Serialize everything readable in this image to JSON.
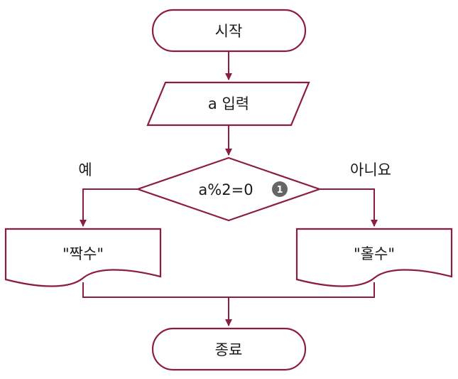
{
  "flowchart": {
    "start_label": "시작",
    "input_label": "a 입력",
    "condition_label": "a%2=0",
    "condition_badge": "1",
    "yes_label": "예",
    "no_label": "아니요",
    "even_output_label": "\"짝수\"",
    "odd_output_label": "\"홀수\"",
    "end_label": "종료"
  },
  "colors": {
    "stroke": "#8c1d3f",
    "badge": "#666666"
  }
}
